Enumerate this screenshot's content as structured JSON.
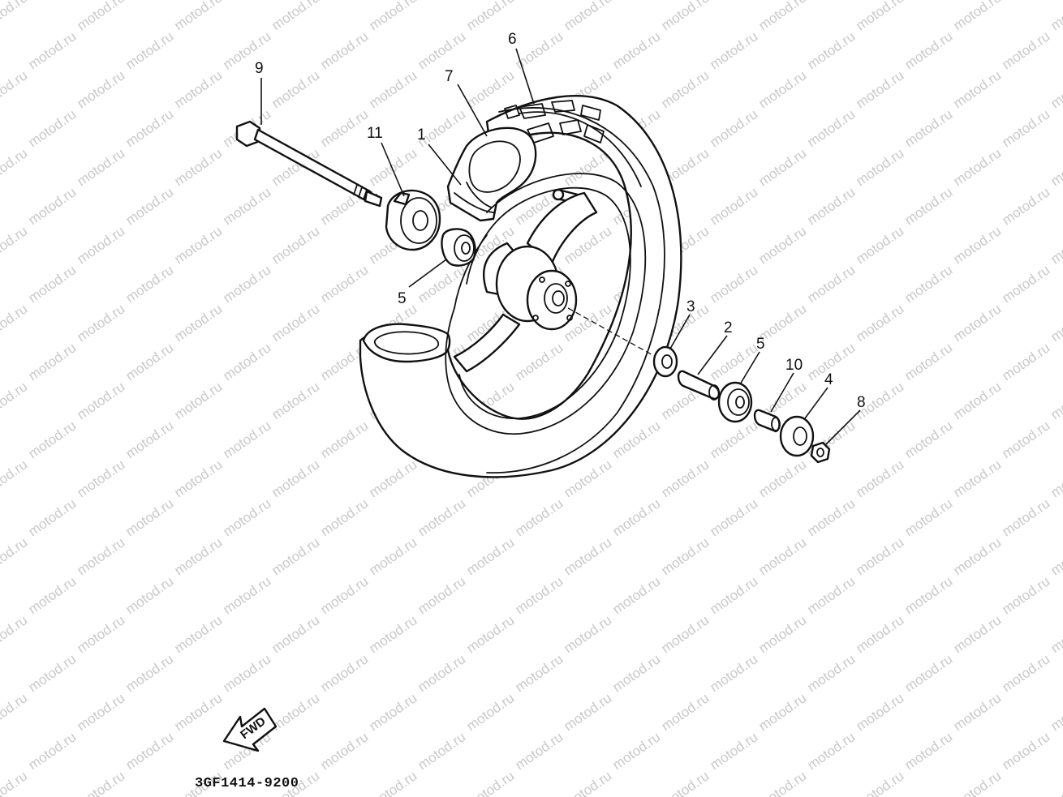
{
  "watermark": "motod.ru",
  "diagram_code": "3GF1414-9200",
  "direction_label": "FWD",
  "callouts": [
    {
      "id": "9",
      "part": "axle-bolt"
    },
    {
      "id": "11",
      "part": "speedometer-gear-unit"
    },
    {
      "id": "1",
      "part": "rim-section"
    },
    {
      "id": "7",
      "part": "tire-cut-section"
    },
    {
      "id": "6",
      "part": "tire"
    },
    {
      "id": "5",
      "part": "bearing-left"
    },
    {
      "id": "3",
      "part": "oil-seal"
    },
    {
      "id": "2",
      "part": "spacer"
    },
    {
      "id": "5",
      "part": "bearing-right"
    },
    {
      "id": "10",
      "part": "collar"
    },
    {
      "id": "4",
      "part": "oil-seal-right"
    },
    {
      "id": "8",
      "part": "axle-nut"
    }
  ],
  "colors": {
    "line": "#111111",
    "watermark": "#c9c9c9",
    "background": "#ffffff"
  }
}
